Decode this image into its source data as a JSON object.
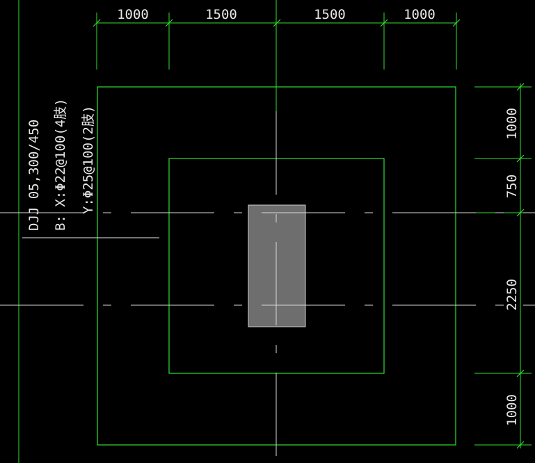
{
  "drawing": {
    "background": "#000000",
    "line_color": "#2fe02f",
    "axis_color": "#d8d8d8",
    "column_color": "#6e6e6e",
    "top_dimensions": [
      "1000",
      "1500",
      "1500",
      "1000"
    ],
    "right_dimensions": [
      "1000",
      "750",
      "2250",
      "1000"
    ],
    "annotation": {
      "line1": "DJJ 05,300/450",
      "line2": "B: X:Φ22@100(4肢)",
      "line3": "Y:Φ25@100(2肢)"
    }
  }
}
